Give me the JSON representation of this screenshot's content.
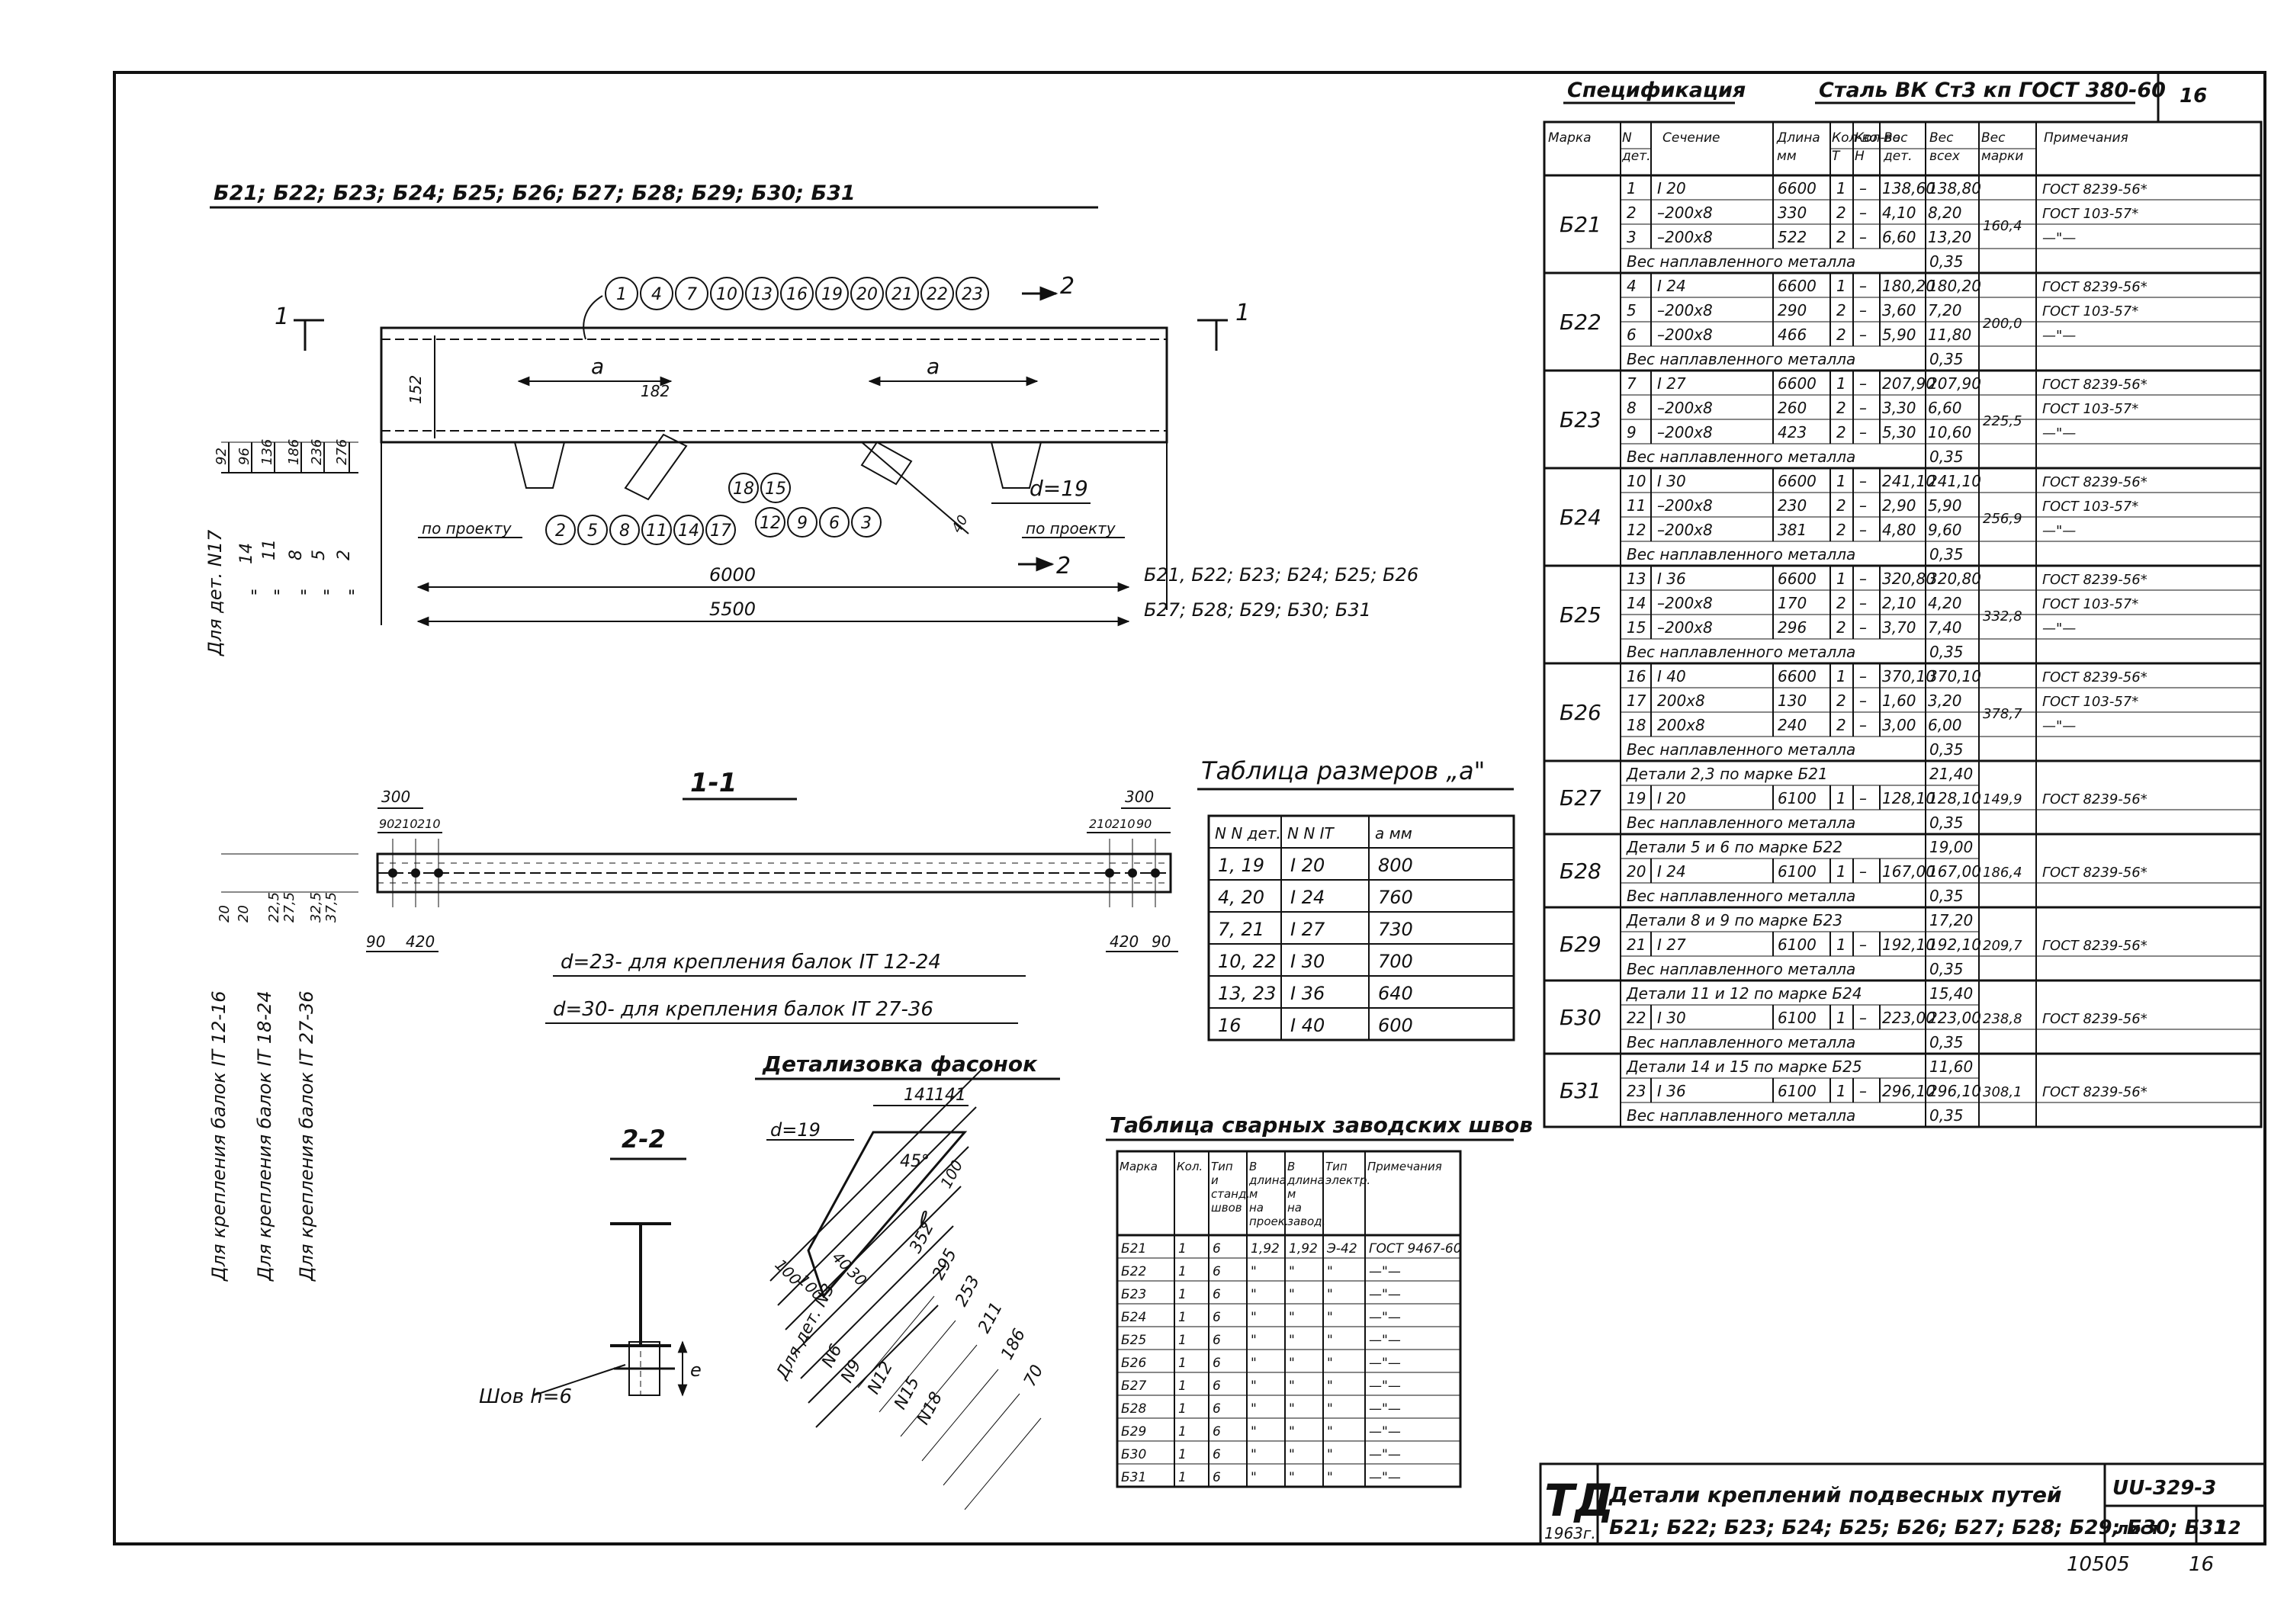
{
  "page": {
    "number_top": "16",
    "sheet_code": "10505",
    "sheet_number": "16"
  },
  "main_view": {
    "title": "Б21; Б22; Б23; Б24; Б25; Б26; Б27; Б28; Б29; Б30; Б31",
    "balloons_top": [
      "1",
      "4",
      "7",
      "10",
      "13",
      "16",
      "19",
      "20",
      "21",
      "22",
      "23"
    ],
    "balloons_bottom_left": [
      "2",
      "5",
      "8",
      "11",
      "14",
      "17"
    ],
    "balloons_bottom_right_upper": [
      "18",
      "15"
    ],
    "balloons_bottom_right_lower": [
      "12",
      "9",
      "6",
      "3"
    ],
    "section_1": "1",
    "section_2": "2",
    "dim_a": "a",
    "dim_182": "182",
    "dim_152": "152",
    "dim_d19": "d=19",
    "dim_40": "40",
    "dim_by_project": "по проекту",
    "dim_6000": "6000",
    "dim_5500": "5500",
    "marks_6000": "Б21, Б22; Б23; Б24; Б25; Б26",
    "marks_5500": "Б27; Б28; Б29; Б30; Б31",
    "left_dims": [
      "92",
      "96",
      "136",
      "186",
      "236",
      "276"
    ],
    "det_label": "Для дет. N17",
    "det_items": [
      "14",
      "11",
      "8",
      "5",
      "2"
    ],
    "ditto": "\""
  },
  "section_11": {
    "title": "1-1",
    "dim_300": "300",
    "dims_small": [
      "90",
      "210",
      "210"
    ],
    "dim_90": "90",
    "dim_420": "420",
    "left_dims": [
      "20",
      "20",
      "22,5",
      "27,5",
      "32,5",
      "37,5"
    ],
    "note_d23": "d=23- для крепления балок IT 12-24",
    "note_d30": "d=30- для крепления балок IT 27-36",
    "side_notes": [
      "Для крепления балок IT 12-16",
      "Для крепления балок IT 18-24",
      "Для крепления балок IT 27-36"
    ]
  },
  "size_table": {
    "title": "Таблица размеров „a\"",
    "headers": [
      "N N дет.",
      "N N IT",
      "a мм"
    ],
    "rows": [
      [
        "1, 19",
        "I 20",
        "800"
      ],
      [
        "4, 20",
        "I 24",
        "760"
      ],
      [
        "7, 21",
        "I 27",
        "730"
      ],
      [
        "10, 22",
        "I 30",
        "700"
      ],
      [
        "13, 23",
        "I 36",
        "640"
      ],
      [
        "16",
        "I 40",
        "600"
      ]
    ]
  },
  "gusset": {
    "title": "Детализовка фасонок",
    "dim_141": "141",
    "dim_d19": "d=19",
    "angle": "45°",
    "dim_l": "ℓ",
    "dim_100": "100",
    "left_dims": [
      "100",
      "100",
      "40",
      "30"
    ],
    "lengths": [
      "352",
      "295",
      "253",
      "211",
      "186",
      "70"
    ],
    "det_labels": [
      "Для дет. N3",
      "N6",
      "N9",
      "N12",
      "N15",
      "N18"
    ]
  },
  "section_22": {
    "title": "2-2",
    "weld": "Шов h=6",
    "e": "e"
  },
  "weld_table": {
    "title": "Таблица сварных заводских швов",
    "headers": [
      "Марка",
      "Кол.",
      "Тип и станд. швов",
      "В длина м на проек.",
      "В длина м на завод.",
      "Тип электр.",
      "Примечания"
    ],
    "rows": [
      [
        "Б21",
        "1",
        "6",
        "1,92",
        "1,92",
        "Э-42",
        "ГОСТ 9467-60"
      ],
      [
        "Б22",
        "1",
        "6",
        "\"",
        "\"",
        "\"",
        "—\"—"
      ],
      [
        "Б23",
        "1",
        "6",
        "\"",
        "\"",
        "\"",
        "—\"—"
      ],
      [
        "Б24",
        "1",
        "6",
        "\"",
        "\"",
        "\"",
        "—\"—"
      ],
      [
        "Б25",
        "1",
        "6",
        "\"",
        "\"",
        "\"",
        "—\"—"
      ],
      [
        "Б26",
        "1",
        "6",
        "\"",
        "\"",
        "\"",
        "—\"—"
      ],
      [
        "Б27",
        "1",
        "6",
        "\"",
        "\"",
        "\"",
        "—\"—"
      ],
      [
        "Б28",
        "1",
        "6",
        "\"",
        "\"",
        "\"",
        "—\"—"
      ],
      [
        "Б29",
        "1",
        "6",
        "\"",
        "\"",
        "\"",
        "—\"—"
      ],
      [
        "Б30",
        "1",
        "6",
        "\"",
        "\"",
        "\"",
        "—\"—"
      ],
      [
        "Б31",
        "1",
        "6",
        "\"",
        "\"",
        "\"",
        "—\"—"
      ]
    ]
  },
  "spec": {
    "title": "Спецификация",
    "steel": "Сталь ВК Ст3 кп ГОСТ 380-60",
    "page_num": "16",
    "headers": [
      "Марка",
      "N дет.",
      "Сечение",
      "Длина мм",
      "Кол-во Т",
      "Кол-во Н",
      "Вес дет.",
      "Вес всех",
      "Вес марки",
      "Примечания"
    ],
    "groups": [
      {
        "mark": "Б21",
        "total": "160,4",
        "rows": [
          [
            "1",
            "I 20",
            "6600",
            "1",
            "–",
            "138,60",
            "138,80",
            "ГОСТ 8239-56*"
          ],
          [
            "2",
            "–200x8",
            "330",
            "2",
            "–",
            "4,10",
            "8,20",
            "ГОСТ 103-57*"
          ],
          [
            "3",
            "–200x8",
            "522",
            "2",
            "–",
            "6,60",
            "13,20",
            "—\"—"
          ]
        ],
        "extra": [
          [
            "Вес наплавленного металла",
            "0,35"
          ]
        ]
      },
      {
        "mark": "Б22",
        "total": "200,0",
        "rows": [
          [
            "4",
            "I 24",
            "6600",
            "1",
            "–",
            "180,20",
            "180,20",
            "ГОСТ 8239-56*"
          ],
          [
            "5",
            "–200x8",
            "290",
            "2",
            "–",
            "3,60",
            "7,20",
            "ГОСТ 103-57*"
          ],
          [
            "6",
            "–200x8",
            "466",
            "2",
            "–",
            "5,90",
            "11,80",
            "—\"—"
          ]
        ],
        "extra": [
          [
            "Вес наплавленного металла",
            "0,35"
          ]
        ]
      },
      {
        "mark": "Б23",
        "total": "225,5",
        "rows": [
          [
            "7",
            "I 27",
            "6600",
            "1",
            "–",
            "207,90",
            "207,90",
            "ГОСТ 8239-56*"
          ],
          [
            "8",
            "–200x8",
            "260",
            "2",
            "–",
            "3,30",
            "6,60",
            "ГОСТ 103-57*"
          ],
          [
            "9",
            "–200x8",
            "423",
            "2",
            "–",
            "5,30",
            "10,60",
            "—\"—"
          ]
        ],
        "extra": [
          [
            "Вес наплавленного металла",
            "0,35"
          ]
        ]
      },
      {
        "mark": "Б24",
        "total": "256,9",
        "rows": [
          [
            "10",
            "I 30",
            "6600",
            "1",
            "–",
            "241,10",
            "241,10",
            "ГОСТ 8239-56*"
          ],
          [
            "11",
            "–200x8",
            "230",
            "2",
            "–",
            "2,90",
            "5,90",
            "ГОСТ 103-57*"
          ],
          [
            "12",
            "–200x8",
            "381",
            "2",
            "–",
            "4,80",
            "9,60",
            "—\"—"
          ]
        ],
        "extra": [
          [
            "Вес наплавленного металла",
            "0,35"
          ]
        ]
      },
      {
        "mark": "Б25",
        "total": "332,8",
        "rows": [
          [
            "13",
            "I 36",
            "6600",
            "1",
            "–",
            "320,80",
            "320,80",
            "ГОСТ 8239-56*"
          ],
          [
            "14",
            "–200x8",
            "170",
            "2",
            "–",
            "2,10",
            "4,20",
            "ГОСТ 103-57*"
          ],
          [
            "15",
            "–200x8",
            "296",
            "2",
            "–",
            "3,70",
            "7,40",
            "—\"—"
          ]
        ],
        "extra": [
          [
            "Вес наплавленного металла",
            "0,35"
          ]
        ]
      },
      {
        "mark": "Б26",
        "total": "378,7",
        "rows": [
          [
            "16",
            "I 40",
            "6600",
            "1",
            "–",
            "370,10",
            "370,10",
            "ГОСТ 8239-56*"
          ],
          [
            "17",
            "200x8",
            "130",
            "2",
            "–",
            "1,60",
            "3,20",
            "ГОСТ 103-57*"
          ],
          [
            "18",
            "200x8",
            "240",
            "2",
            "–",
            "3,00",
            "6,00",
            "—\"—"
          ]
        ],
        "extra": [
          [
            "Вес наплавленного металла",
            "0,35"
          ]
        ]
      },
      {
        "mark": "Б27",
        "total": "149,9",
        "rows": [
          [
            "19",
            "I 20",
            "6100",
            "1",
            "–",
            "128,10",
            "128,10",
            "ГОСТ 8239-56*"
          ]
        ],
        "extra": [
          [
            "Детали 2,3 по марке Б21",
            "21,40"
          ],
          [
            "Вес наплавленного металла",
            "0,35"
          ]
        ],
        "extra_first": true
      },
      {
        "mark": "Б28",
        "total": "186,4",
        "rows": [
          [
            "20",
            "I 24",
            "6100",
            "1",
            "–",
            "167,00",
            "167,00",
            "ГОСТ 8239-56*"
          ]
        ],
        "extra": [
          [
            "Детали 5 и 6 по марке Б22",
            "19,00"
          ],
          [
            "Вес наплавленного металла",
            "0,35"
          ]
        ],
        "extra_first": true
      },
      {
        "mark": "Б29",
        "total": "209,7",
        "rows": [
          [
            "21",
            "I 27",
            "6100",
            "1",
            "–",
            "192,10",
            "192,10",
            "ГОСТ 8239-56*"
          ]
        ],
        "extra": [
          [
            "Детали 8 и 9 по марке Б23",
            "17,20"
          ],
          [
            "Вес наплавленного металла",
            "0,35"
          ]
        ],
        "extra_first": true
      },
      {
        "mark": "Б30",
        "total": "238,8",
        "rows": [
          [
            "22",
            "I 30",
            "6100",
            "1",
            "–",
            "223,00",
            "223,00",
            "ГОСТ 8239-56*"
          ]
        ],
        "extra": [
          [
            "Детали 11 и 12 по марке Б24",
            "15,40"
          ],
          [
            "Вес наплавленного металла",
            "0,35"
          ]
        ],
        "extra_first": true
      },
      {
        "mark": "Б31",
        "total": "308,1",
        "rows": [
          [
            "23",
            "I 36",
            "6100",
            "1",
            "–",
            "296,10",
            "296,10",
            "ГОСТ 8239-56*"
          ]
        ],
        "extra": [
          [
            "Детали 14 и 15 по марке Б25",
            "11,60"
          ],
          [
            "Вес наплавленного металла",
            "0,35"
          ]
        ],
        "extra_first": true
      }
    ]
  },
  "title_block": {
    "logo": "ТД",
    "year": "1963г.",
    "line1": "Детали креплений подвесных путей",
    "line2": "Б21; Б22; Б23; Б24; Б25; Б26; Б27; Б28; Б29; Б30; Б31",
    "code": "UU-329-3",
    "sheet_label": "лист",
    "sheet_no": "12"
  }
}
